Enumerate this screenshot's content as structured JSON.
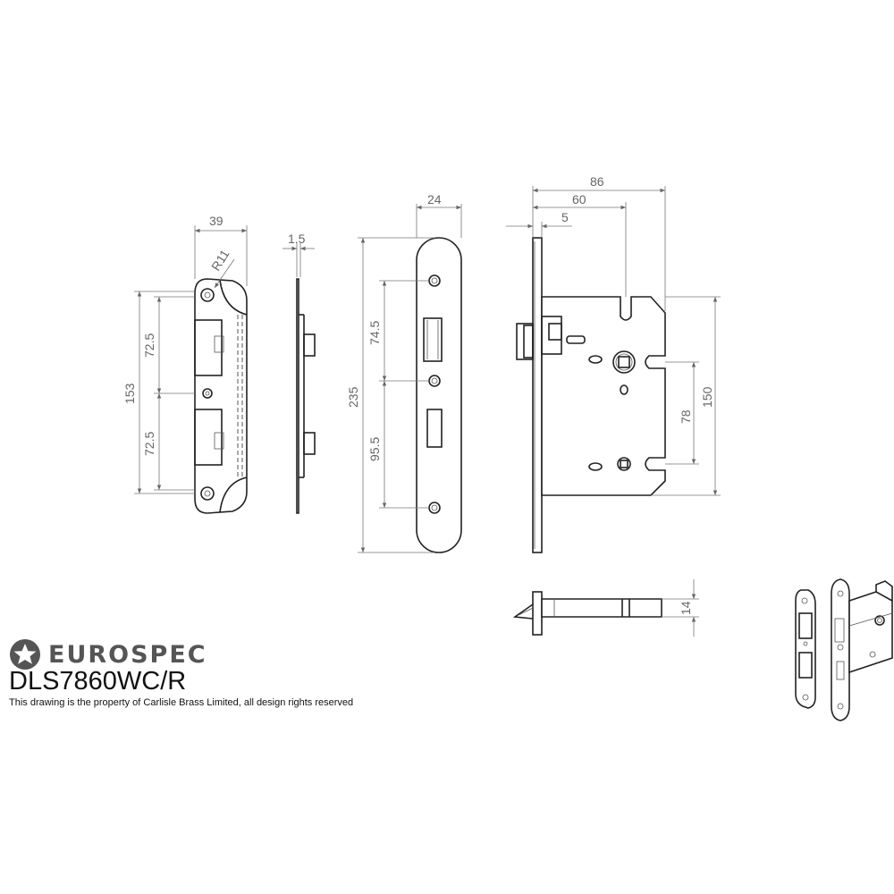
{
  "brand": {
    "name": "EUROSPEC",
    "logo_icon": "star-badge-icon",
    "color": "#555555"
  },
  "product": {
    "code": "DLS7860WC/R",
    "notice": "This drawing is the property of Carlisle Brass Limited, all design rights reserved"
  },
  "dimensions": {
    "strike_width": "39",
    "strike_radius": "R11",
    "strike_height": "153",
    "strike_upper": "72.5",
    "strike_lower": "72.5",
    "strike_thickness": "1.5",
    "forend_width": "24",
    "forend_height": "235",
    "forend_upper": "74.5",
    "forend_lower": "95.5",
    "case_overall": "86",
    "case_backset": "60",
    "case_forend": "5",
    "case_height": "150",
    "case_centres": "78",
    "case_depth": "14"
  }
}
